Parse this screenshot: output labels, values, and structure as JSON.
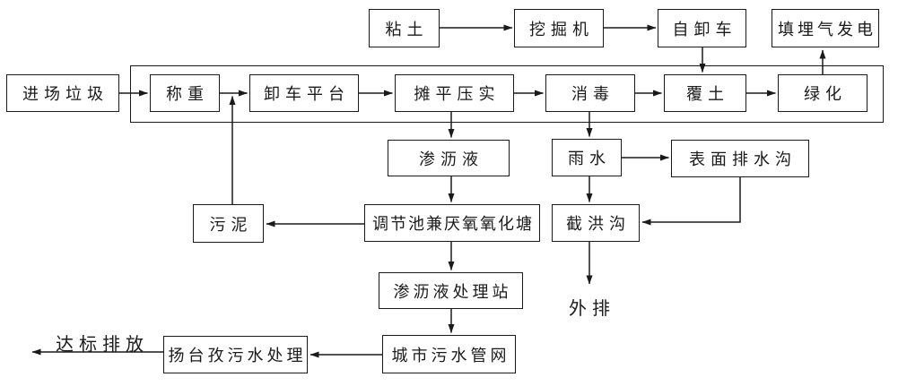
{
  "diagram": {
    "background_color": "#ffffff",
    "line_color": "#1a1a1a",
    "nodes": {
      "clay": "粘土",
      "excavator": "挖掘机",
      "dump_truck": "自卸车",
      "landfill_gas_power": "填埋气发电",
      "incoming_waste": "进场垃圾",
      "weighing": "称重",
      "unloading_platform": "卸车平台",
      "spreading_compacting": "摊平压实",
      "disinfection": "消毒",
      "soil_cover": "覆土",
      "greening": "绿化",
      "leachate": "渗沥液",
      "rainwater": "雨水",
      "surface_drainage_ditch": "表面排水沟",
      "sludge": "污泥",
      "regulation_pool": "调节池兼厌氧氧化塘",
      "flood_interception_ditch": "截洪沟",
      "leachate_treatment_station": "渗沥液处理站",
      "urban_sewage_network": "城市污水管网",
      "yangtaizi_sewage_treatment": "扬台孜污水处理"
    },
    "floating_labels": {
      "discharge_out": "外排",
      "compliant_discharge": "达标排放"
    },
    "edges": [
      {
        "from": "clay",
        "to": "excavator"
      },
      {
        "from": "excavator",
        "to": "dump_truck"
      },
      {
        "from": "dump_truck",
        "to": "soil_cover"
      },
      {
        "from": "greening",
        "to": "landfill_gas_power"
      },
      {
        "from": "incoming_waste",
        "to": "weighing"
      },
      {
        "from": "weighing",
        "to": "unloading_platform"
      },
      {
        "from": "unloading_platform",
        "to": "spreading_compacting"
      },
      {
        "from": "spreading_compacting",
        "to": "disinfection"
      },
      {
        "from": "disinfection",
        "to": "soil_cover"
      },
      {
        "from": "soil_cover",
        "to": "greening"
      },
      {
        "from": "spreading_compacting",
        "to": "leachate"
      },
      {
        "from": "disinfection",
        "to": "rainwater"
      },
      {
        "from": "leachate",
        "to": "regulation_pool"
      },
      {
        "from": "regulation_pool",
        "to": "sludge"
      },
      {
        "from": "sludge",
        "to": "unloading_platform"
      },
      {
        "from": "regulation_pool",
        "to": "leachate_treatment_station"
      },
      {
        "from": "leachate_treatment_station",
        "to": "urban_sewage_network"
      },
      {
        "from": "urban_sewage_network",
        "to": "yangtaizi_sewage_treatment"
      },
      {
        "from": "yangtaizi_sewage_treatment",
        "to": "compliant_discharge"
      },
      {
        "from": "rainwater",
        "to": "surface_drainage_ditch"
      },
      {
        "from": "rainwater",
        "to": "flood_interception_ditch"
      },
      {
        "from": "surface_drainage_ditch",
        "to": "flood_interception_ditch"
      },
      {
        "from": "flood_interception_ditch",
        "to": "discharge_out"
      }
    ]
  }
}
